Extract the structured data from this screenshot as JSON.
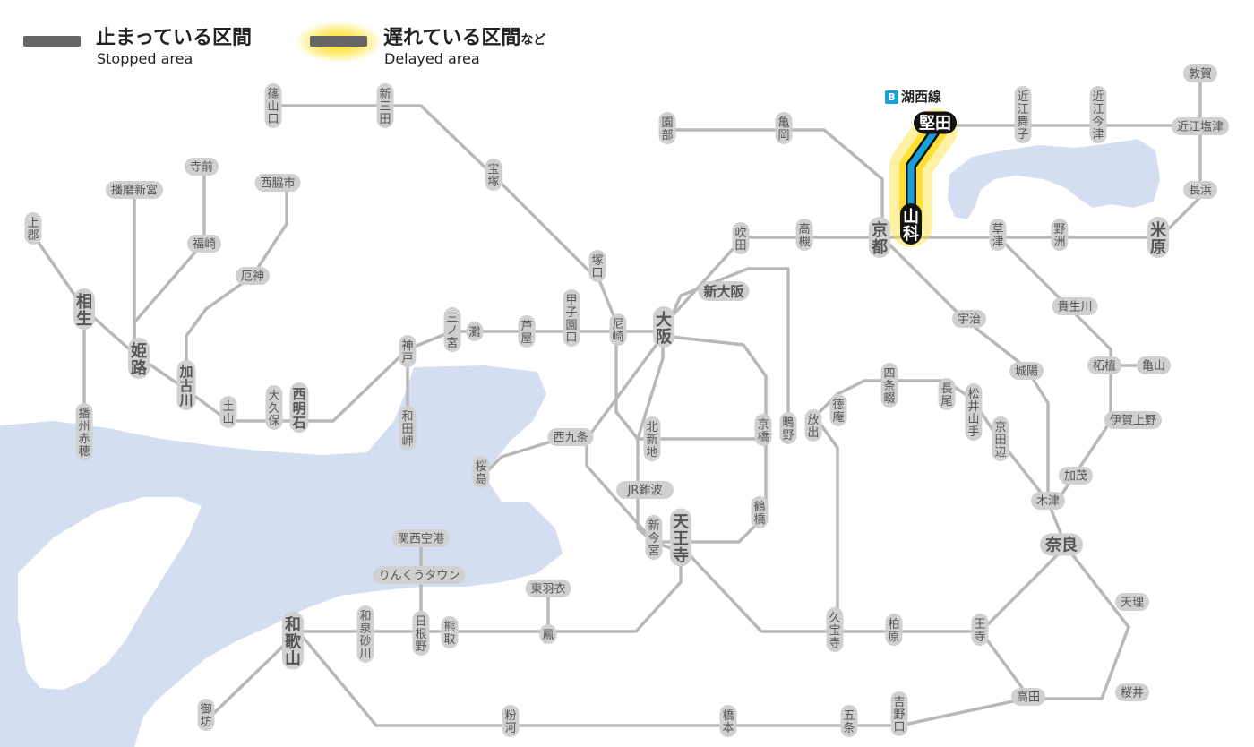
{
  "legend": {
    "stopped_jp": "止まっている区間",
    "stopped_en": "Stopped area",
    "delayed_jp": "遅れている区間",
    "delayed_jp_suffix": "など",
    "delayed_en": "Delayed area"
  },
  "line": {
    "badge": "B",
    "name": "湖西線",
    "color": "#1aa0d8"
  },
  "colors": {
    "water": "#d3dff0",
    "track": "#b8b8b8",
    "station_fill": "#d0d0d0",
    "station_text": "#555555",
    "highlight_fill": "#111111",
    "delay_glow": "#ffd700"
  },
  "stations": {
    "aioi": "相生",
    "himeji": "姫路",
    "kamigori": "上郡",
    "banshu_ako": "播州赤穂",
    "harima_shingu": "播磨新宮",
    "teramae": "寺前",
    "fukusaki": "福崎",
    "nishiwaki": "西脇市",
    "yashiro": "厄神",
    "kakogawa": "加古川",
    "doyama": "土山",
    "okubo": "大久保",
    "nishi_akashi": "西明石",
    "kobe": "神戸",
    "wadamisaki": "和田岬",
    "sannomiya": "三ノ宮",
    "nada": "灘",
    "ashiya": "芦屋",
    "koshienguchi": "甲子園口",
    "amagasaki": "尼崎",
    "osaka": "大阪",
    "shin_osaka": "新大阪",
    "suita": "吹田",
    "takatsuki": "高槻",
    "kyoto": "京都",
    "yamashina": "山科",
    "katata": "堅田",
    "kusatsu": "草津",
    "yasu": "野洲",
    "maibara": "米原",
    "nagahama": "長浜",
    "omi_shiotsu": "近江塩津",
    "tsuruga": "敦賀",
    "omi_maiko": "近江舞子",
    "omi_imazu": "近江今津",
    "sonobe": "園部",
    "kameoka": "亀岡",
    "sasayamaguchi": "篠山口",
    "shin_sanda": "新三田",
    "takarazuka": "宝塚",
    "tsukaguchi": "塚口",
    "kitashinchi": "北新地",
    "kyobashi": "京橋",
    "shigino": "鴫野",
    "hanaten": "放出",
    "nishikujo": "西九条",
    "sakurajima": "桜島",
    "jr_namba": "JR難波",
    "shin_imamiya": "新今宮",
    "tennoji": "天王寺",
    "tsuruhashi": "鶴橋",
    "uji": "宇治",
    "joyo": "城陽",
    "kizu": "木津",
    "nara": "奈良",
    "tenri": "天理",
    "sakurai": "桜井",
    "takada": "高田",
    "oji": "王寺",
    "kashiwara": "柏原",
    "kyuhoji": "久宝寺",
    "tokuan": "徳庵",
    "shijonawate": "四条畷",
    "nagao": "長尾",
    "matsuiyamate": "松井山手",
    "kyotanabe": "京田辺",
    "tsuge": "柘植",
    "kameyama": "亀山",
    "iga_ueno": "伊賀上野",
    "kamo": "加茂",
    "kibukawa": "貴生川",
    "kansai_airport": "関西空港",
    "rinku_town": "りんくうタウン",
    "higashi_hagoromo": "東羽衣",
    "otori": "鳳",
    "hineno": "日根野",
    "kumatori": "熊取",
    "izumi_sunagawa": "和泉砂川",
    "wakayama": "和歌山",
    "gobo": "御坊",
    "kokawa": "粉河",
    "hashimoto": "橋本",
    "gojo": "五条",
    "yoshinoguchi": "吉野口"
  }
}
